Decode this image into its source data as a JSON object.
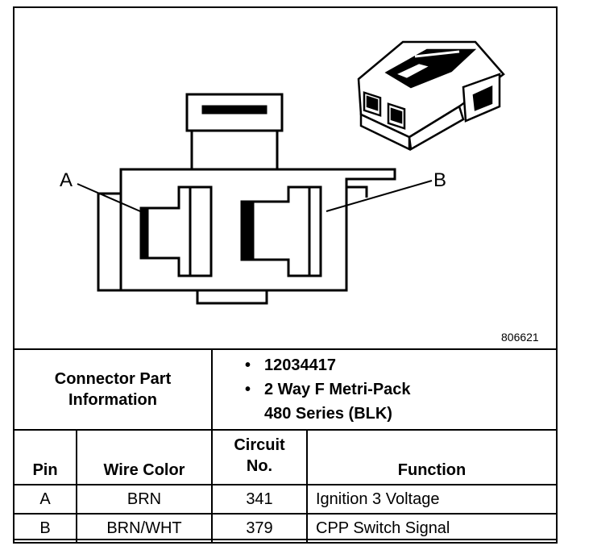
{
  "figure": {
    "label_a": "A",
    "label_b": "B",
    "figure_number": "806621"
  },
  "connector_info": {
    "label_line1": "Connector Part",
    "label_line2": "Information",
    "items": [
      "12034417",
      "2 Way F Metri-Pack",
      "480 Series (BLK)"
    ]
  },
  "pin_table": {
    "headers": {
      "pin": "Pin",
      "wire_color": "Wire Color",
      "circuit_line1": "Circuit",
      "circuit_line2": "No.",
      "function": "Function"
    },
    "rows": [
      {
        "pin": "A",
        "wire_color": "BRN",
        "circuit": "341",
        "function": "Ignition 3 Voltage"
      },
      {
        "pin": "B",
        "wire_color": "BRN/WHT",
        "circuit": "379",
        "function": "CPP Switch Signal"
      }
    ]
  }
}
